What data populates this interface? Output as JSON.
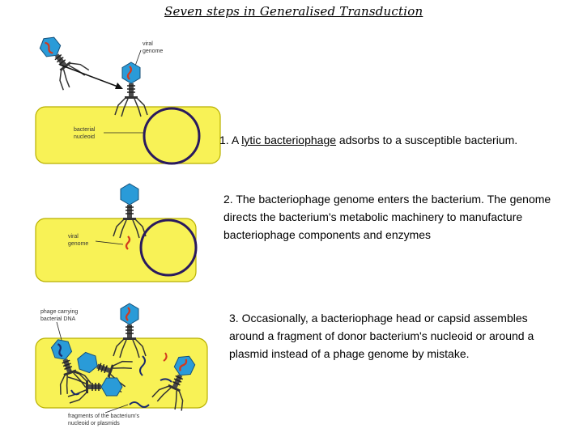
{
  "title": "Seven steps in Generalised Transduction",
  "colors": {
    "cell_fill": "#f8f256",
    "cell_stroke": "#b8b000",
    "nucleoid": "#2a1a5e",
    "phage_head": "#2a9bd8",
    "phage_dna": "#d23a1e",
    "tail": "#3a3a3a"
  },
  "steps": [
    {
      "number": "1.",
      "text_before": "A",
      "link_text": "lytic bacteriophage",
      "text_after": "adsorbs to a susceptible bacterium."
    },
    {
      "text": "2. The bacteriophage genome enters the bacterium. The genome directs the bacterium's metabolic machinery to manufacture bacteriophage components and enzymes"
    },
    {
      "text": "3. Occasionally, a bacteriophage head or capsid assembles around a fragment of donor bacterium's nucleoid or around a plasmid instead of a phage genome by mistake."
    }
  ],
  "figure_labels": {
    "viral_genome_top_1": "viral",
    "viral_genome_top_2": "genome",
    "bacterial_1": "bacterial",
    "nucleoid_1": "nucleoid",
    "viral_2": "viral",
    "genome_2": "genome",
    "phage_carrying_1": "phage carrying",
    "phage_carrying_2": "bacterial DNA",
    "fragments_1": "fragments of the bacterium's",
    "fragments_2": "nucleoid or plasmids"
  }
}
